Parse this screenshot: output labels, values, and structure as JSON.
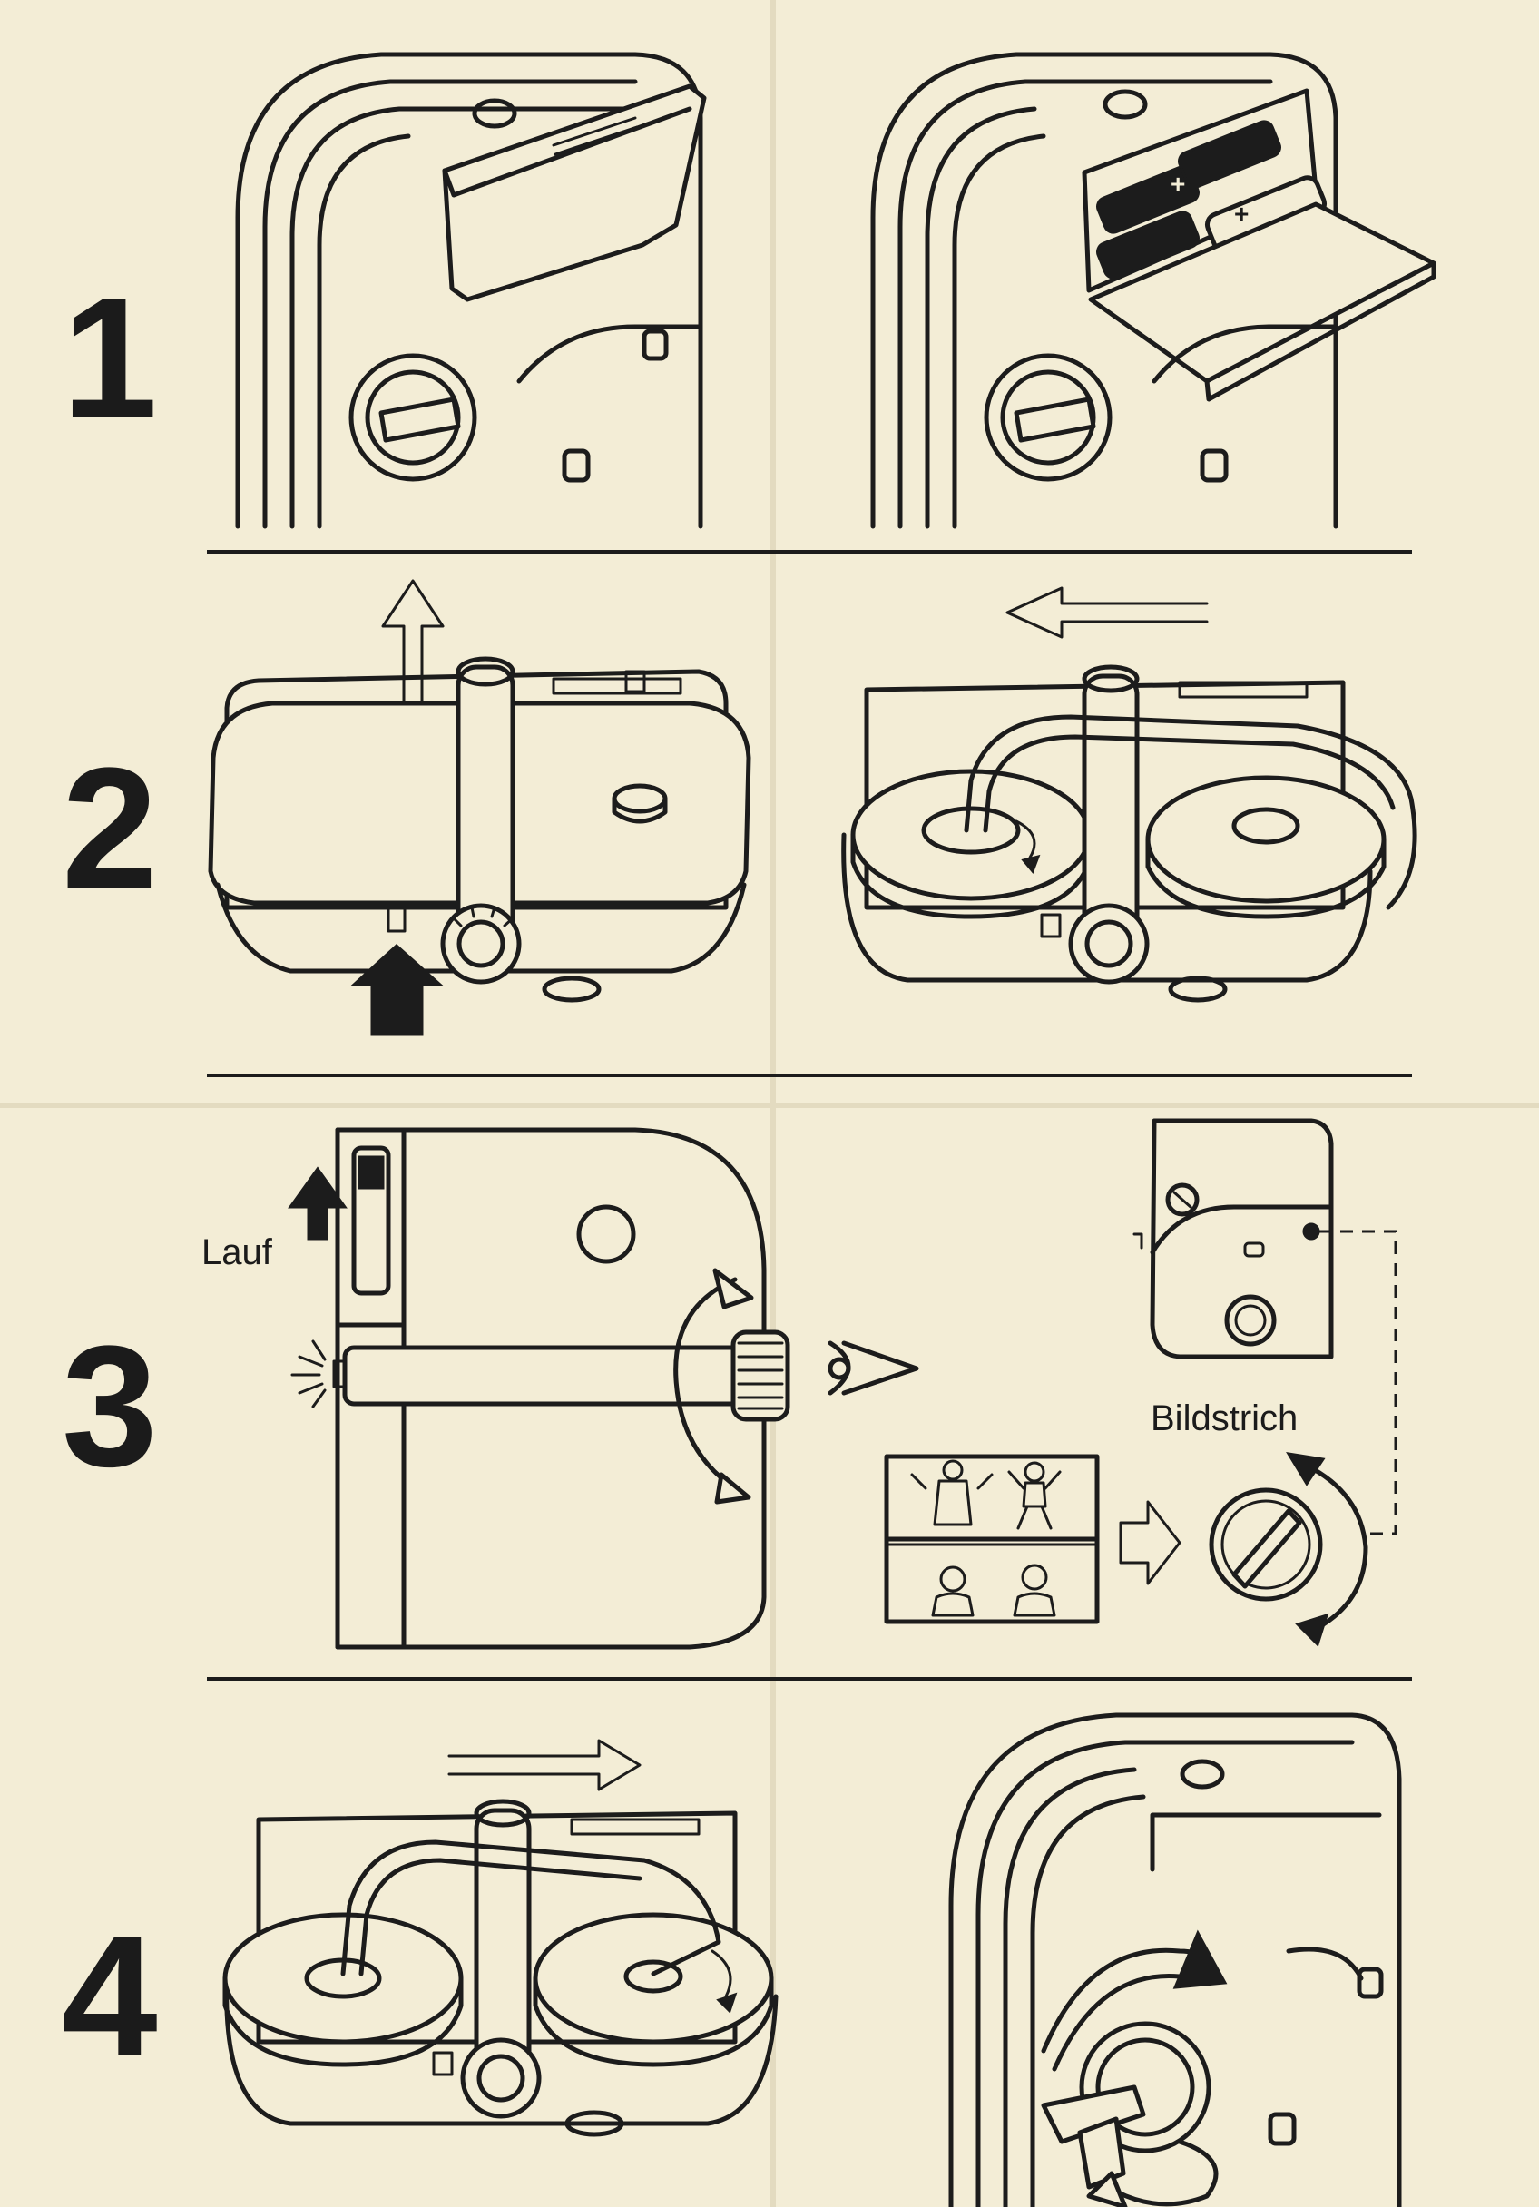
{
  "steps": [
    {
      "number": "1"
    },
    {
      "number": "2"
    },
    {
      "number": "3"
    },
    {
      "number": "4"
    }
  ],
  "labels": {
    "run": "Lauf",
    "frame_line": "Bildstrich"
  },
  "colors": {
    "paper": "#f3edd6",
    "ink": "#1c1c1c"
  },
  "icons": [
    "battery-icon",
    "up-arrow-icon",
    "left-arrow-icon",
    "right-arrow-icon",
    "eye-icon",
    "rotate-arrow-icon",
    "film-reel-icon"
  ]
}
